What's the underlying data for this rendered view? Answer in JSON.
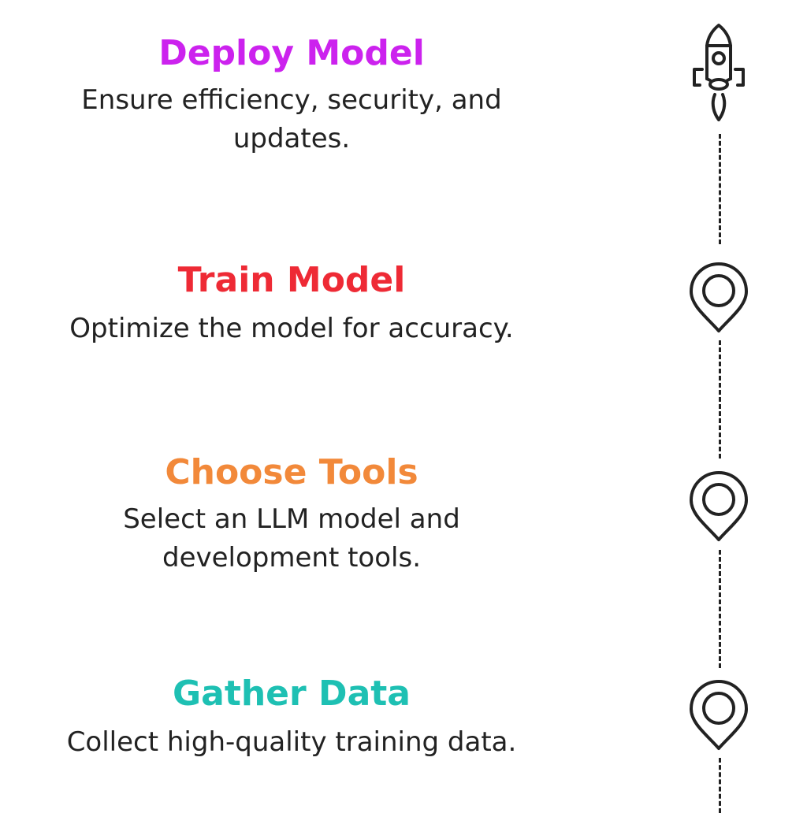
{
  "steps": [
    {
      "title": "Deploy Model",
      "color": "#cc22ee",
      "description_lines": [
        "Ensure efficiency, security, and",
        "updates."
      ],
      "icon": "rocket-icon"
    },
    {
      "title": "Train Model",
      "color": "#ee2a35",
      "description_lines": [
        "Optimize the model for accuracy."
      ],
      "icon": "location-pin-icon"
    },
    {
      "title": "Choose Tools",
      "color": "#f2893a",
      "description_lines": [
        "Select an LLM model  and",
        "development tools."
      ],
      "icon": "location-pin-icon"
    },
    {
      "title": "Gather Data",
      "color": "#1ec0b3",
      "description_lines": [
        "Collect high-quality training data."
      ],
      "icon": "location-pin-icon"
    }
  ]
}
